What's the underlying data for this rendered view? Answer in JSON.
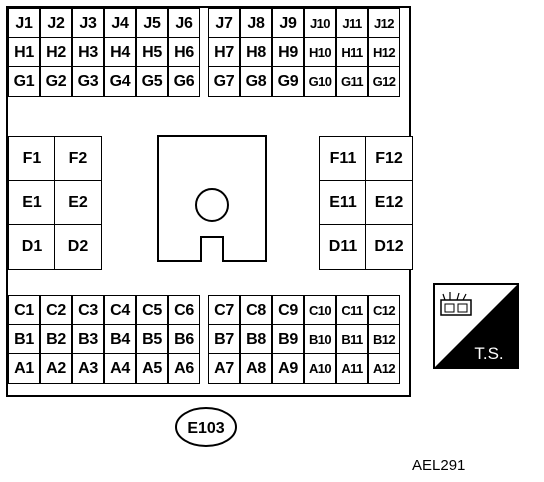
{
  "fuse_block": {
    "top_rows": [
      [
        "J1",
        "J2",
        "J3",
        "J4",
        "J5",
        "J6",
        "J7",
        "J8",
        "J9",
        "J10",
        "J11",
        "J12"
      ],
      [
        "H1",
        "H2",
        "H3",
        "H4",
        "H5",
        "H6",
        "H7",
        "H8",
        "H9",
        "H10",
        "H11",
        "H12"
      ],
      [
        "G1",
        "G2",
        "G3",
        "G4",
        "G5",
        "G6",
        "G7",
        "G8",
        "G9",
        "G10",
        "G11",
        "G12"
      ]
    ],
    "left_side": [
      [
        "F1",
        "F2"
      ],
      [
        "E1",
        "E2"
      ],
      [
        "D1",
        "D2"
      ]
    ],
    "right_side": [
      [
        "F11",
        "F12"
      ],
      [
        "E11",
        "E12"
      ],
      [
        "D11",
        "D12"
      ]
    ],
    "bottom_rows": [
      [
        "C1",
        "C2",
        "C3",
        "C4",
        "C5",
        "C6",
        "C7",
        "C8",
        "C9",
        "C10",
        "C11",
        "C12"
      ],
      [
        "B1",
        "B2",
        "B3",
        "B4",
        "B5",
        "B6",
        "B7",
        "B8",
        "B9",
        "B10",
        "B11",
        "B12"
      ],
      [
        "A1",
        "A2",
        "A3",
        "A4",
        "A5",
        "A6",
        "A7",
        "A8",
        "A9",
        "A10",
        "A11",
        "A12"
      ]
    ]
  },
  "connector_label": "E103",
  "badge_label": "T.S.",
  "diagram_code": "AEL291",
  "icon_names": [
    "relay-block-icon",
    "connector-icon"
  ]
}
